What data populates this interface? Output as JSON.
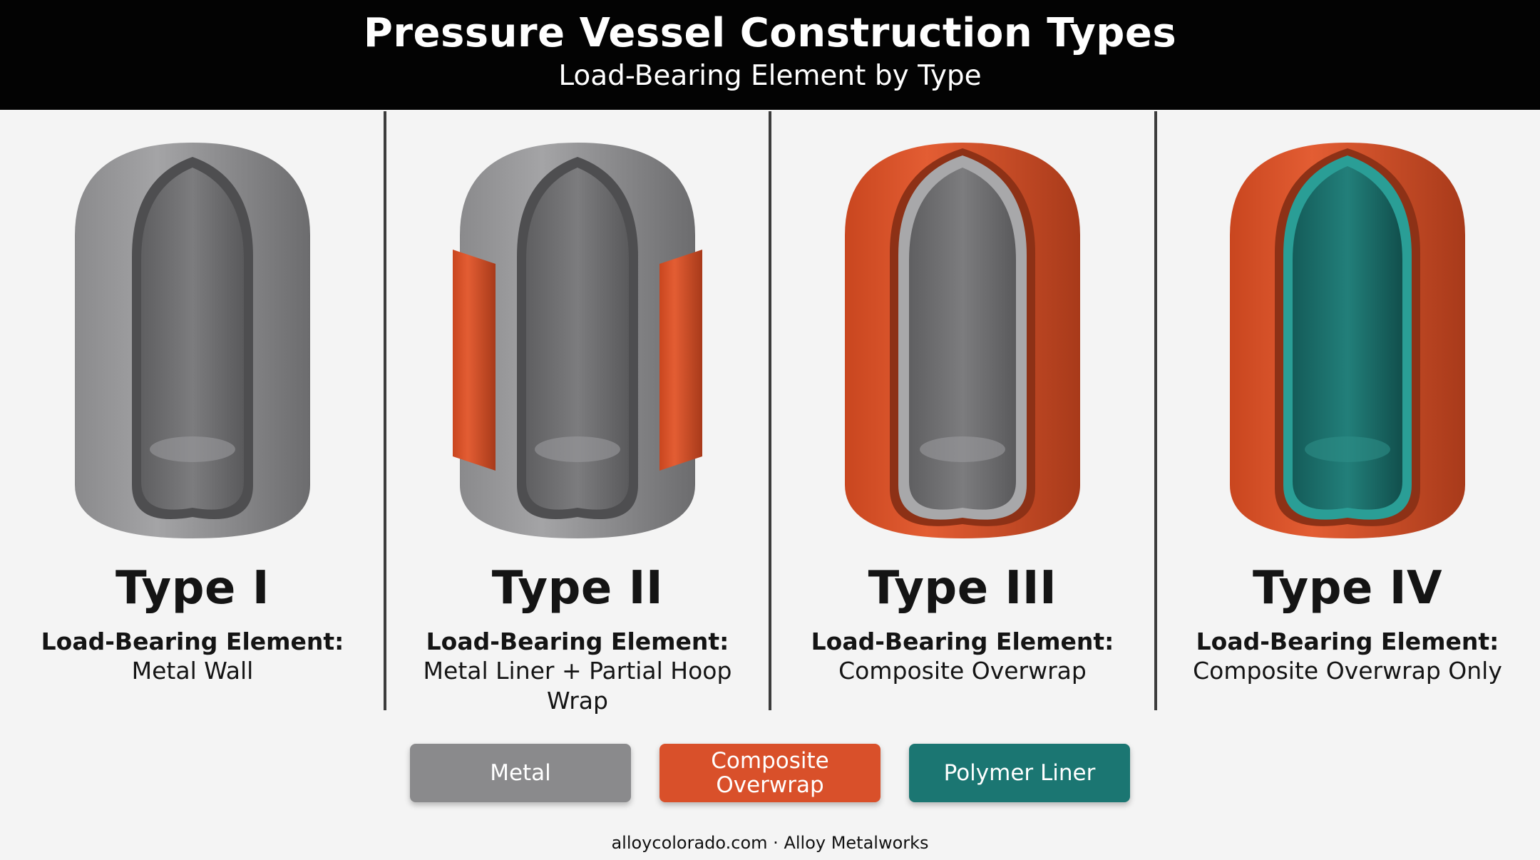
{
  "header": {
    "title": "Pressure Vessel Construction Types",
    "subtitle": "Load-Bearing Element by Type"
  },
  "colors": {
    "metal": "#8a8a8c",
    "composite": "#d9502a",
    "polymer": "#1b7672",
    "header_bg": "#030303"
  },
  "panels": [
    {
      "type_name": "Type I",
      "label": "Load-Bearing Element:",
      "value": "Metal Wall"
    },
    {
      "type_name": "Type II",
      "label": "Load-Bearing Element:",
      "value": "Metal Liner + Partial Hoop Wrap"
    },
    {
      "type_name": "Type III",
      "label": "Load-Bearing Element:",
      "value": "Composite Overwrap"
    },
    {
      "type_name": "Type IV",
      "label": "Load-Bearing Element:",
      "value": "Composite Overwrap Only"
    }
  ],
  "legend": [
    {
      "label": "Metal"
    },
    {
      "label": "Composite Overwrap"
    },
    {
      "label": "Polymer Liner"
    }
  ],
  "footer": "alloycolorado.com · Alloy Metalworks"
}
